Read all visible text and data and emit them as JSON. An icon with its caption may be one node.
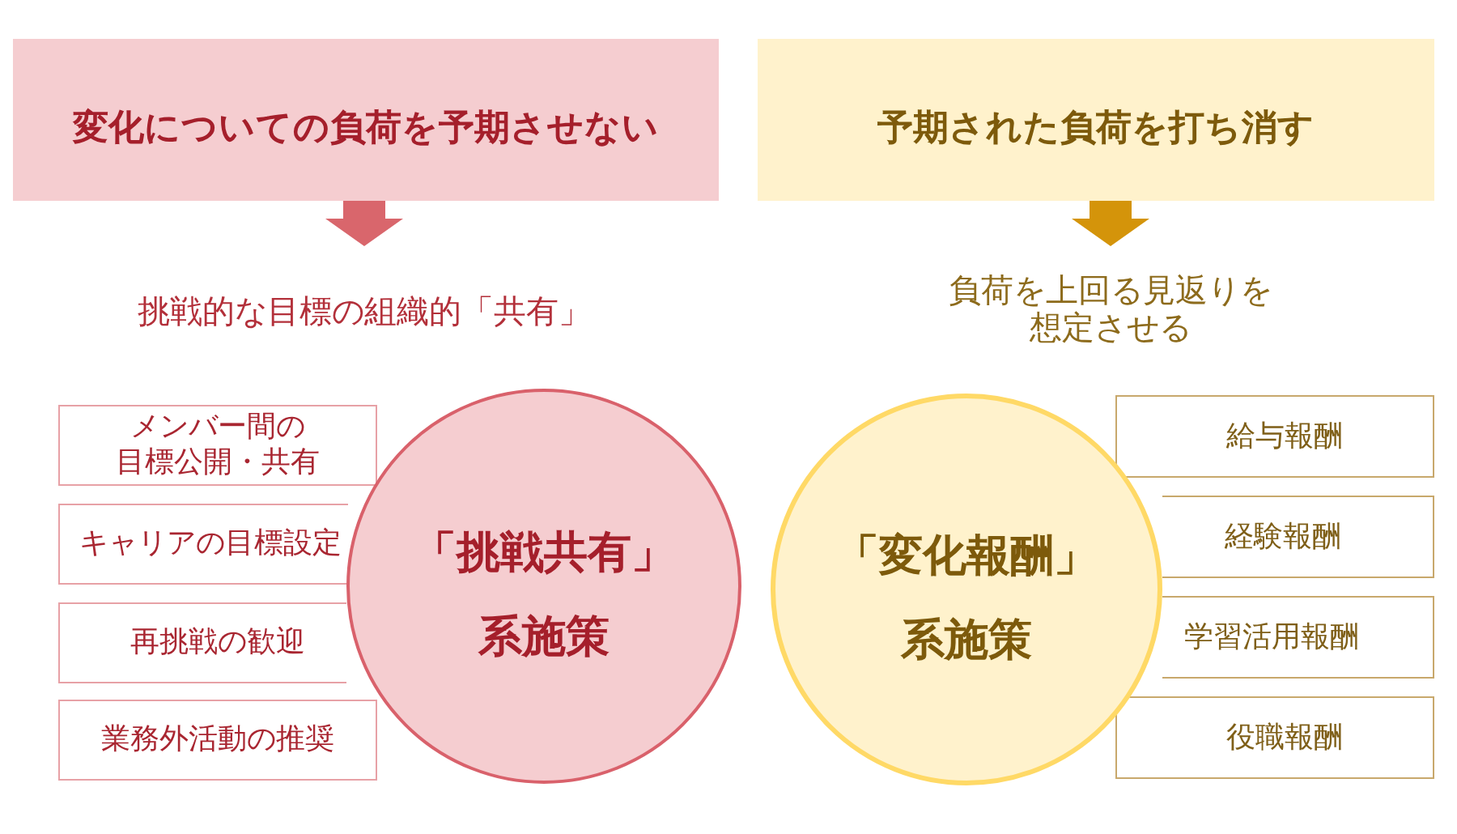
{
  "diagram": {
    "nodes": [
      {
        "text": [
          "変化についての負荷を予期させない"
        ]
      },
      {
        "text": [
          "挑戦的な目標の組織的「共有」"
        ]
      },
      {
        "text": [
          "予期された負荷を打ち消す"
        ]
      },
      {
        "text": [
          "負荷を上回る見返りを想定させる"
        ]
      },
      {
        "text": [
          "メンバー間の目標公開・共有"
        ]
      },
      {
        "text": [
          "キャリアの目標設定"
        ]
      },
      {
        "text": [
          "再挑戦の歓迎"
        ]
      },
      {
        "text": [
          "業務外活動の推奨"
        ]
      },
      {
        "text": [
          "「挑戦共有」系施策"
        ]
      },
      {
        "text": [
          "「変化報酬」系施策"
        ]
      },
      {
        "text": [
          "給与報酬"
        ]
      },
      {
        "text": [
          "経験報酬"
        ]
      },
      {
        "text": [
          "学習活用報酬"
        ]
      },
      {
        "text": [
          "役職報酬"
        ]
      }
    ],
    "edges": [
      {
        "from": 0,
        "to": 1,
        "arrow": "to",
        "color": "#d9666c"
      },
      {
        "from": 2,
        "to": 3,
        "arrow": "to",
        "color": "#d4940a"
      }
    ]
  }
}
